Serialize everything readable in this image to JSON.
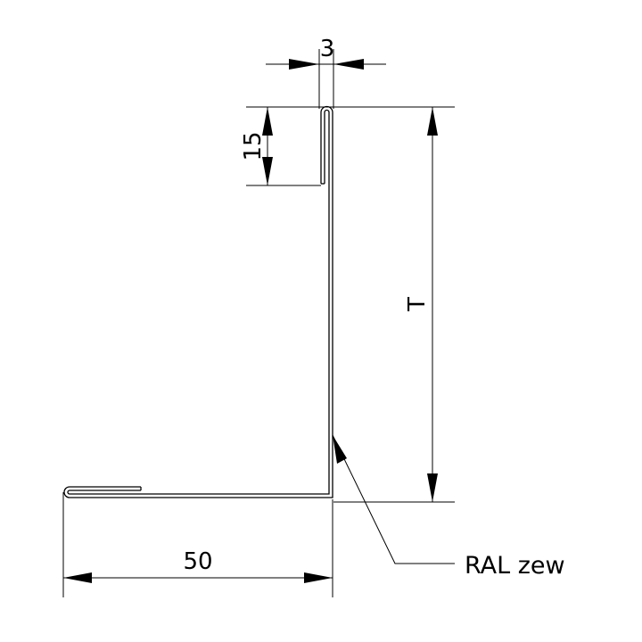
{
  "dimensions": {
    "thickness": "3",
    "hem_height": "15",
    "height": "T",
    "base_width": "50"
  },
  "callout": {
    "label": "RAL zew"
  },
  "colors": {
    "line": "#000000",
    "background": "#ffffff"
  }
}
